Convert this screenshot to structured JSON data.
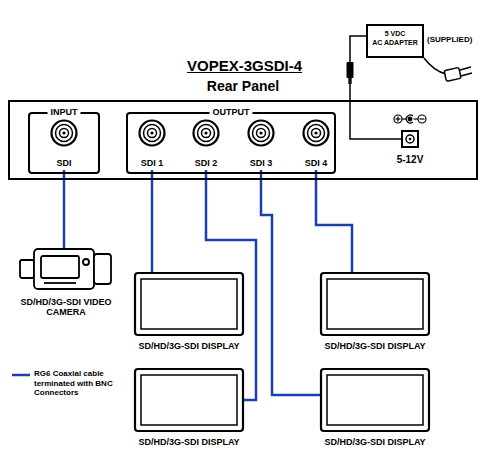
{
  "diagram": {
    "title": "VOPEX-3GSDI-4",
    "nodes": [
      {
        "text": [
          "Rear Panel"
        ]
      },
      {
        "text": [
          "INPUT"
        ],
        "in": 0
      },
      {
        "text": [
          "SDI"
        ],
        "in": 1
      },
      {
        "text": [
          "OUTPUT"
        ],
        "in": 0
      },
      {
        "text": [
          "SDI 1"
        ],
        "in": 3
      },
      {
        "text": [
          "SDI 2"
        ],
        "in": 3
      },
      {
        "text": [
          "SDI 3"
        ],
        "in": 3
      },
      {
        "text": [
          "SDI 4"
        ],
        "in": 3
      },
      {
        "text": [
          "5-12V"
        ],
        "in": 0
      },
      {
        "text": [
          "5 VDC",
          "AC ADAPTER",
          "(SUPPLIED)"
        ]
      },
      {
        "text": [
          "SD/HD/3G-SDI VIDEO CAMERA"
        ]
      },
      {
        "text": [
          "SD/HD/3G-SDI DISPLAY"
        ]
      },
      {
        "text": [
          "SD/HD/3G-SDI DISPLAY"
        ]
      },
      {
        "text": [
          "SD/HD/3G-SDI DISPLAY"
        ]
      },
      {
        "text": [
          "SD/HD/3G-SDI DISPLAY"
        ]
      }
    ],
    "edges": [
      {
        "from": 10,
        "to": 2,
        "arrow": "none"
      },
      {
        "from": 4,
        "to": 11,
        "arrow": "none"
      },
      {
        "from": 5,
        "to": 13,
        "arrow": "none"
      },
      {
        "from": 6,
        "to": 14,
        "arrow": "none"
      },
      {
        "from": 7,
        "to": 12,
        "arrow": "none"
      },
      {
        "from": 9,
        "to": 8,
        "arrow": "none"
      }
    ],
    "legend": [
      {
        "text": "RG6 Coaxial cable terminated with BNC Connectors"
      }
    ]
  }
}
